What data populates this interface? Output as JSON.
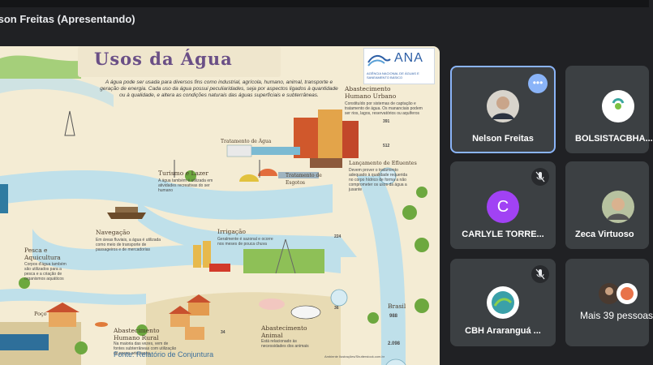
{
  "window": {
    "presenting_title": "lson Freitas (Apresentando)"
  },
  "slide": {
    "title": "Usos da Água",
    "logo_text": "ANA",
    "logo_sub": "AGÊNCIA NACIONAL DE ÁGUAS E SANEAMENTO BÁSICO",
    "intro": "A água pode ser usada para diversos fins como industrial, agrícola, humano, animal, transporte e geração de energia. Cada uso da água possui peculiaridades, seja por aspectos ligados à quantidade ou à qualidade, e altera as condições naturais das águas superficiais e subterrâneas.",
    "labels": {
      "urbano": "Abastecimento Humano Urbano",
      "urbano_desc": "Constituído por sistemas de captação e tratamento de água. Os mananciais podem ser rios, lagos, reservatórios ou aquíferos",
      "tratamento_agua": "Tratamento de Água",
      "turismo": "Turismo e Lazer",
      "turismo_desc": "A água também é utilizada em atividades recreativas do ser humano",
      "tratamento_esgotos": "Tratamento de Esgotos",
      "efluentes": "Lançamento de Efluentes",
      "efluentes_desc": "Devem prover o tratamento adequado à qualidade requerida no corpo hídrico de forma a não comprometer os usos da água a jusante",
      "navegacao": "Navegação",
      "navegacao_desc": "Em áreas fluviais, a água é utilizada como meio de transporte de passageiros e de mercadorias",
      "irrigacao": "Irrigação",
      "irrigacao_desc": "Geralmente é sazonal e ocorre nos meses de pouca chuva",
      "pesca": "Pesca e Aquicultura",
      "pesca_desc": "Corpos d'água também são utilizados para a pesca e a criação de organismos aquáticos",
      "rural": "Abastecimento Humano Rural",
      "rural_desc": "Na maioria das vezes, vem de fontes subterrâneas com utilização de poços artesianos",
      "animal": "Abastecimento Animal",
      "animal_desc": "Está relacionado às necessidades dos animais",
      "poco": "Poço",
      "brasil": "Brasil",
      "brasil_value": "988",
      "brasil_value2": "2.098",
      "urbano_value": "391",
      "urbano_value2": "512",
      "irrigacao_value": "224",
      "rural_value": "34",
      "animal_value": "36"
    },
    "fonte": "Fonte: Relatório de Conjuntura",
    "credit": "Ambiente Ilustrações/Shutterstock.com.br"
  },
  "participants": [
    {
      "name": "Nelson Freitas",
      "active": true
    },
    {
      "name": "BOLSISTACBHA..."
    },
    {
      "name": "CARLYLE TORRE...",
      "initial": "C",
      "color": "#a142f4"
    },
    {
      "name": "Zeca Virtuoso"
    },
    {
      "name": "CBH Araranguá ..."
    },
    {
      "name": "Mais 39 pessoas"
    }
  ],
  "icons": {
    "more": "more-options-icon",
    "mic_off": "mic-off-icon"
  },
  "colors": {
    "background": "#202124",
    "tile": "#3c4043",
    "active_border": "#8ab4f8"
  }
}
